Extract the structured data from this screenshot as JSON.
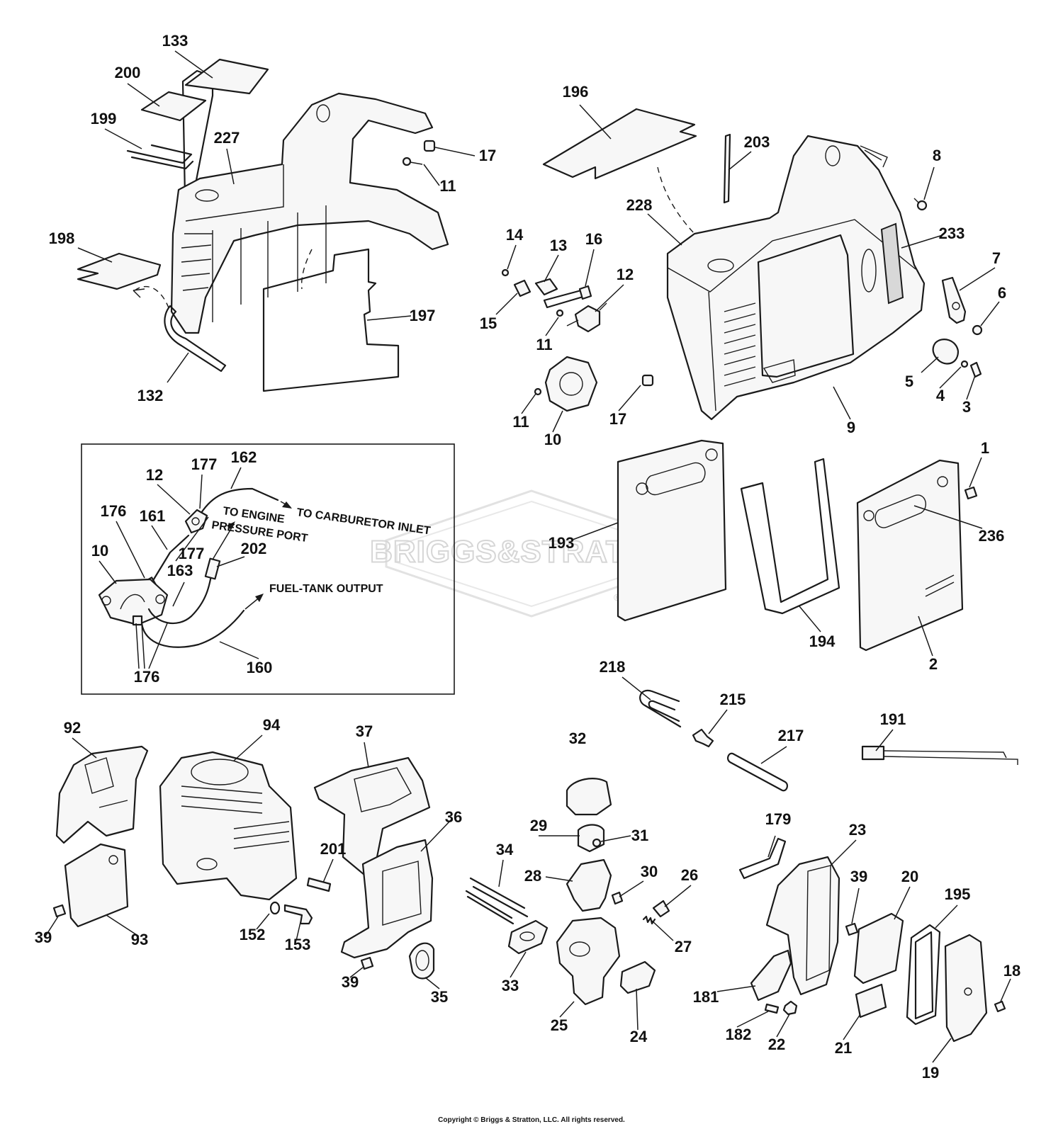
{
  "callouts": [
    "133",
    "200",
    "199",
    "227",
    "17",
    "11",
    "198",
    "197",
    "132",
    "196",
    "203",
    "8",
    "228",
    "233",
    "14",
    "13",
    "16",
    "12",
    "7",
    "6",
    "15",
    "11",
    "5",
    "4",
    "3",
    "10",
    "11",
    "17",
    "9",
    "1",
    "12",
    "177",
    "162",
    "176",
    "161",
    "177",
    "10",
    "163",
    "202",
    "176",
    "160",
    "236",
    "193",
    "194",
    "2",
    "218",
    "215",
    "217",
    "191",
    "92",
    "94",
    "37",
    "32",
    "36",
    "29",
    "31",
    "28",
    "30",
    "26",
    "201",
    "34",
    "179",
    "23",
    "39",
    "20",
    "195",
    "39",
    "93",
    "152",
    "153",
    "39",
    "35",
    "27",
    "33",
    "25",
    "24",
    "181",
    "182",
    "22",
    "21",
    "18",
    "19"
  ],
  "annotations": {
    "to_carburetor_inlet": "TO CARBURETOR INLET",
    "to_engine": "TO ENGINE",
    "pressure_port": "PRESSURE PORT",
    "fuel_tank_output": "FUEL-TANK OUTPUT"
  },
  "watermark": {
    "brand": "BRIGGS&STRATTON",
    "registered": "®"
  },
  "footer": {
    "copyright": "Copyright © Briggs & Stratton, LLC. All rights reserved."
  }
}
